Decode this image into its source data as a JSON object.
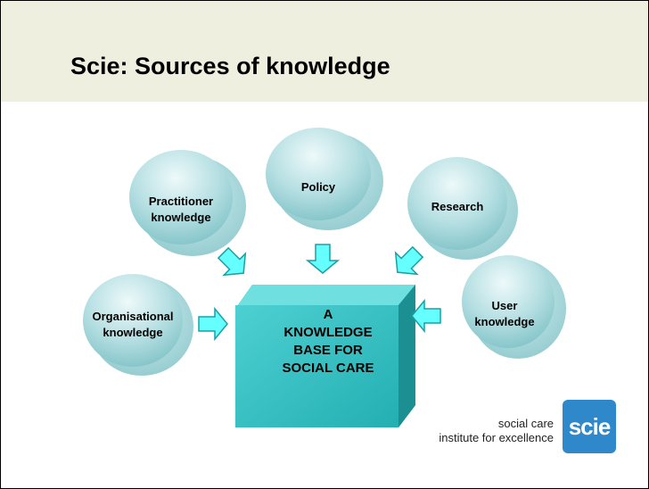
{
  "title": "Scie: Sources of knowledge",
  "sources": [
    {
      "lines": [
        "Practitioner",
        "knowledge"
      ]
    },
    {
      "lines": [
        "Policy"
      ]
    },
    {
      "lines": [
        "Research"
      ]
    },
    {
      "lines": [
        "Organisational",
        "knowledge"
      ]
    },
    {
      "lines": [
        "User",
        "knowledge"
      ]
    }
  ],
  "center": {
    "lines": [
      "A",
      "KNOWLEDGE",
      "BASE FOR",
      "SOCIAL CARE"
    ]
  },
  "logo": {
    "line1": "social care",
    "line2": "institute for excellence",
    "badge": "scie"
  },
  "colors": {
    "header_bg": "#efefdf",
    "bubble": "#a9d8dc",
    "center_box": "#2bbcbe",
    "arrow": "#66ffff",
    "logo_badge": "#2f88c9"
  }
}
